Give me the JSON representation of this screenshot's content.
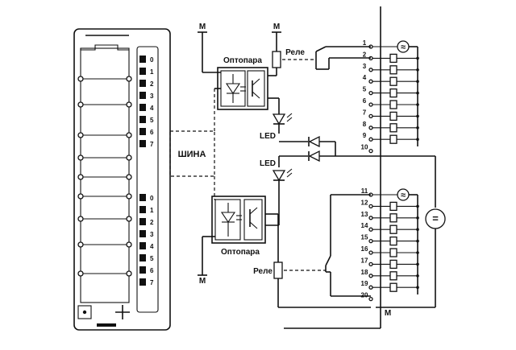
{
  "module": {
    "upper_channels": [
      "0",
      "1",
      "2",
      "3",
      "4",
      "5",
      "6",
      "7"
    ],
    "lower_channels": [
      "0",
      "1",
      "2",
      "3",
      "4",
      "5",
      "6",
      "7"
    ]
  },
  "labels": {
    "bus": "ШИНА",
    "optocoupler_top": "Оптопара",
    "optocoupler_bottom": "Оптопара",
    "relay_top": "Реле",
    "relay_bottom": "Реле",
    "led_top": "LED",
    "led_bottom": "LED",
    "m_top_left": "M",
    "m_top_right": "M",
    "m_bottom_left": "M",
    "m_terminal": "M"
  },
  "terminals": [
    "1",
    "2",
    "3",
    "4",
    "5",
    "6",
    "7",
    "8",
    "9",
    "10",
    "11",
    "12",
    "13",
    "14",
    "15",
    "16",
    "17",
    "18",
    "19",
    "20"
  ],
  "symbols": {
    "ac_top": "≈",
    "ac_bottom": "≈",
    "dc": "="
  }
}
